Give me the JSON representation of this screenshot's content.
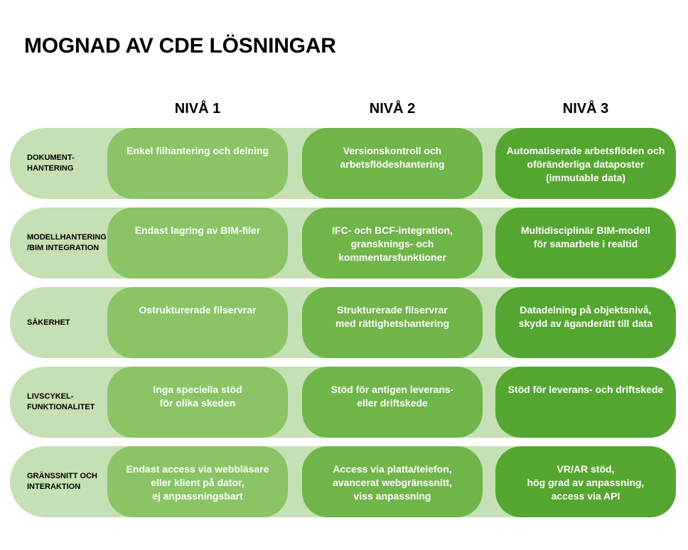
{
  "title": "MOGNAD AV CDE LÖSNINGAR",
  "levels": [
    "NIVÅ 1",
    "NIVÅ 2",
    "NIVÅ 3"
  ],
  "colors": {
    "row_background": "#c5e0b4",
    "level_1": "#8ac465",
    "level_2": "#70b54a",
    "level_3": "#55a630"
  },
  "rows": [
    {
      "label": "DOKUMENT-\nHANTERING",
      "cells": [
        "Enkel filhantering och delning",
        "Versionskontroll och\narbetsflödeshantering",
        "Automatiserade arbetsflöden och\noföränderliga dataposter\n(immutable data)"
      ]
    },
    {
      "label": "MODELLHANTERING\n/BIM INTEGRATION",
      "cells": [
        "Endast lagring av BIM-filer",
        "IFC- och BCF-integration,\ngransknings- och\nkommentarsfunktioner",
        "Multidisciplinär BIM-modell\nför samarbete i realtid"
      ]
    },
    {
      "label": "SÄKERHET",
      "cells": [
        "Ostrukturerade filservrar",
        "Strukturerade filservrar\nmed rättighetshantering",
        "Datadelning på objektsnivå,\nskydd av äganderätt till data"
      ]
    },
    {
      "label": "LIVSCYKEL-\nFUNKTIONALITET",
      "cells": [
        "Inga speciella stöd\nför olika skeden",
        "Stöd för antigen leverans-\neller driftskede",
        "Stöd för leverans- och driftskede"
      ]
    },
    {
      "label": "GRÄNSSNITT OCH\nINTERAKTION",
      "cells": [
        "Endast access via webbläsare\neller klient på dator,\nej anpassningsbart",
        "Access via platta/telefon,\navancerat webgränssnitt,\nviss anpassning",
        "VR/AR stöd,\nhög grad av anpassning,\naccess via API"
      ]
    }
  ]
}
